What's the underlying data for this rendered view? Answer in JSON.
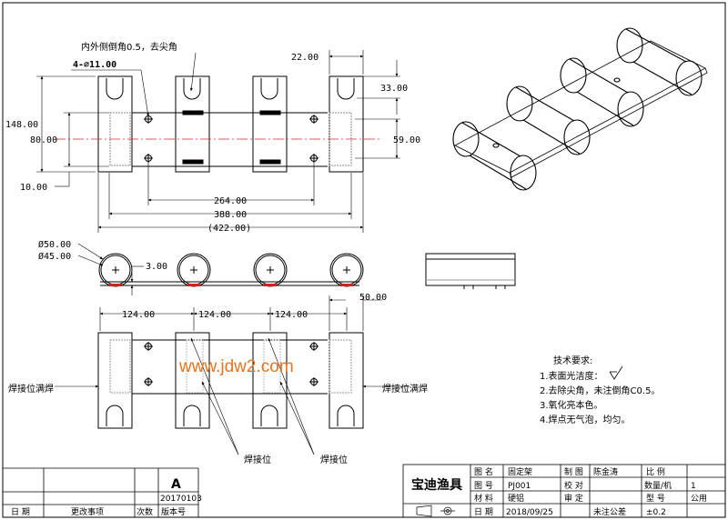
{
  "views": {
    "top": {
      "note_chamfer": "内外侧倒角0.5，去尖角",
      "hole_spec": "4-⌀11.00",
      "dims": {
        "d148": "148.00",
        "d80": "80.00",
        "d10": "10.00",
        "d22": "22.00",
        "d33": "33.00",
        "d59": "59.00",
        "d264": "264.00",
        "d388": "388.00",
        "d422": "(422.00)"
      }
    },
    "front": {
      "dims": {
        "od": "Ø50.00",
        "id": "Ø45.00",
        "thk": "3.00"
      }
    },
    "bottom": {
      "dims": {
        "p1": "124.00",
        "p2": "124.00",
        "p3": "124.00",
        "w50": "50.00"
      },
      "weld_full_left": "焊接位满焊",
      "weld_full_right": "焊接位满焊",
      "weld_pos_1": "焊接位",
      "weld_pos_2": "焊接位"
    }
  },
  "tech_req": {
    "title": "技术要求:",
    "items": [
      "1.表面光洁度：",
      "2.去除尖角，未注倒角C0.5。",
      "3.氧化亮本色。",
      "4.焊点无气泡，均匀。"
    ]
  },
  "watermark": "www.jdw2.com",
  "revision": {
    "version_letter": "A",
    "version_date": "20170103",
    "headers": [
      "日 期",
      "更改事项",
      "次数",
      "版本号"
    ]
  },
  "title_block": {
    "company": "宝迪渔具",
    "labels": {
      "name": "图 名",
      "number": "图 号",
      "material": "材 料",
      "date": "日 期",
      "draw": "制 图",
      "check": "校 对",
      "review": "审 定",
      "scale": "比 例",
      "qty": "数量/机",
      "model": "型 号"
    },
    "values": {
      "name": "固定架",
      "number": "PJ001",
      "material": "硬铝",
      "date": "2018/09/25",
      "drafter": "陈金涛",
      "tolerance_label": "未注公差",
      "tolerance_value": "±0.2",
      "qty": "1",
      "model": "公用"
    }
  },
  "colors": {
    "line": "#000000",
    "center": "#c83030",
    "hidden": "#999999",
    "weld": "#d42020",
    "watermark": "#e8731c"
  }
}
